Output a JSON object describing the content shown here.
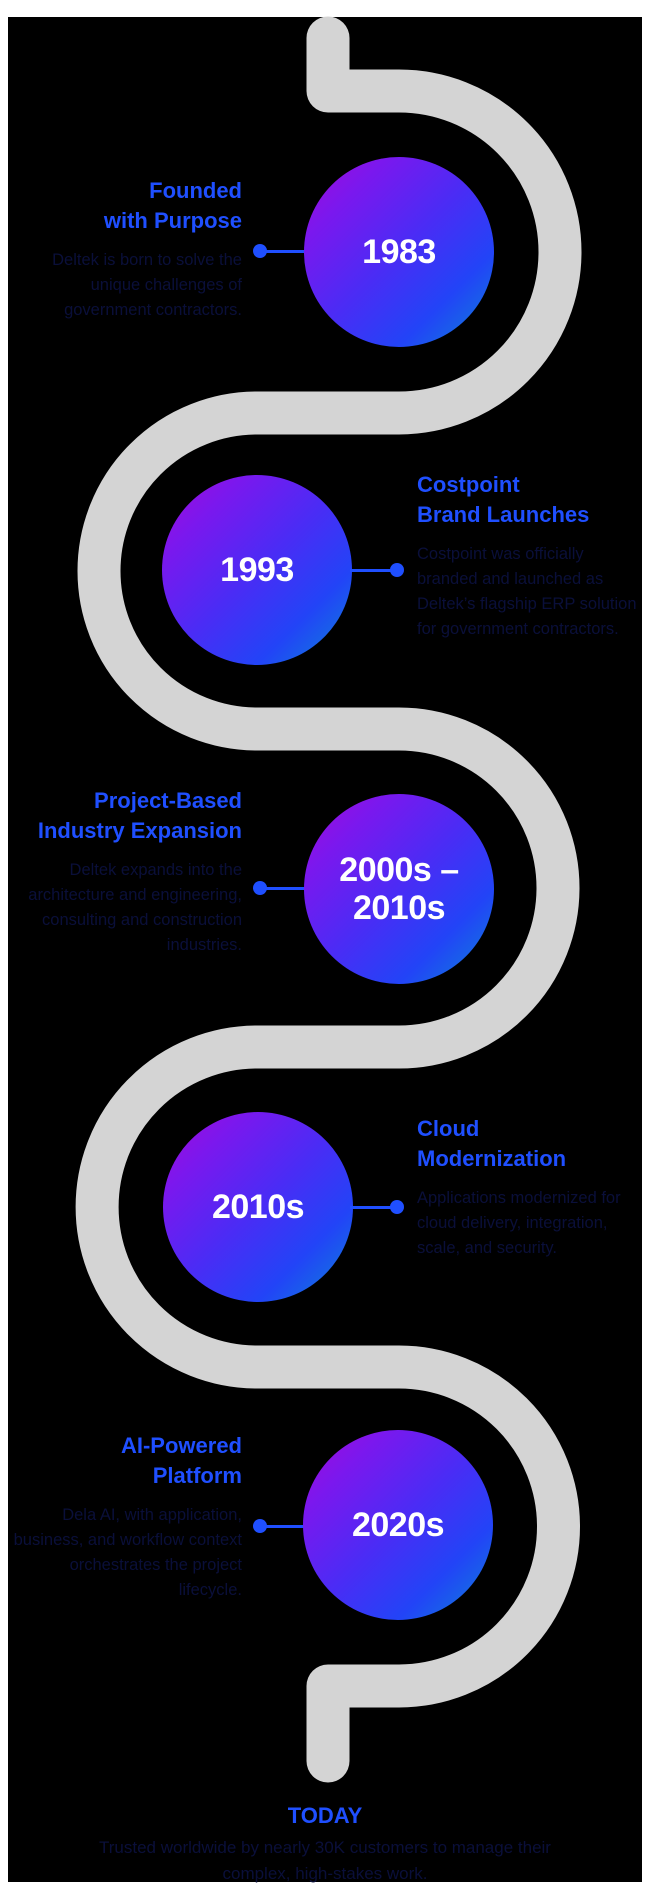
{
  "colors": {
    "background": "#000000",
    "path": "#d4d4d4",
    "accent": "#1f4fff",
    "body_text": "#0a0f3a",
    "circle_gradient": [
      "#a30ad9",
      "#2244f7",
      "#0c86d6"
    ]
  },
  "milestones": [
    {
      "year": "1983",
      "title_line1": "Founded",
      "title_line2": "with Purpose",
      "description": "Deltek is born to solve the unique challenges of government contractors.",
      "side": "left"
    },
    {
      "year": "1993",
      "title_line1": "Costpoint",
      "title_line2": "Brand Launches",
      "description": "Costpoint was officially branded and launched as Deltek’s flagship ERP solution for government contractors.",
      "side": "right"
    },
    {
      "year": "2000s – 2010s",
      "title_line1": "Project-Based",
      "title_line2": "Industry Expansion",
      "description": "Deltek expands into the architecture and engineering, consulting and construction industries.",
      "side": "left"
    },
    {
      "year": "2010s",
      "title_line1": "Cloud",
      "title_line2": "Modernization",
      "description": "Applications modernized for cloud delivery, integration, scale, and security.",
      "side": "right"
    },
    {
      "year": "2020s",
      "title_line1": "AI-Powered",
      "title_line2": "Platform",
      "description": "Dela AI, with application, business, and workflow context orchestrates the project lifecycle.",
      "side": "left"
    }
  ],
  "today": {
    "title": "TODAY",
    "description": "Trusted worldwide by nearly 30K customers to manage their complex, high-stakes work."
  }
}
